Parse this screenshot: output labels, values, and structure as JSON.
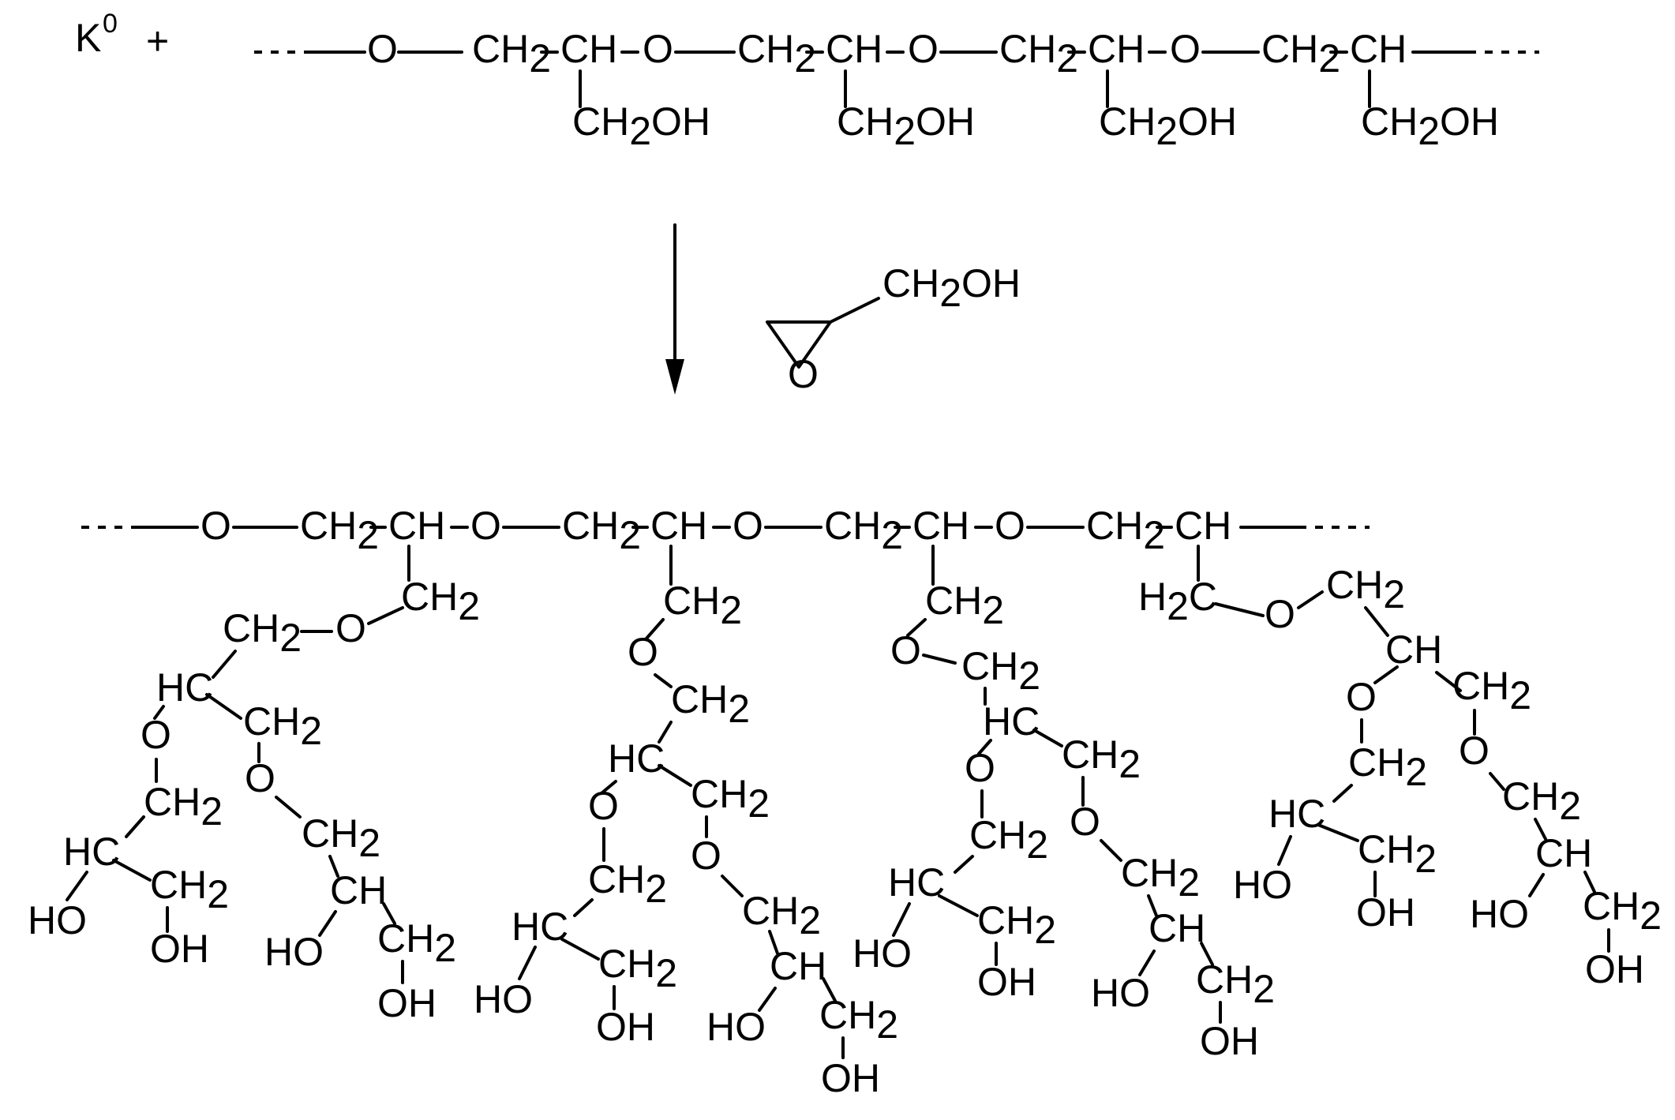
{
  "reagent": {
    "symbol": "K",
    "charge": "0",
    "plus": "+"
  },
  "polymer": {
    "backbone": [
      "O",
      "CH2",
      "CH",
      "O",
      "CH2",
      "CH",
      "O",
      "CH2",
      "CH",
      "O",
      "CH2",
      "CH"
    ],
    "side_group": "CH2OH",
    "side_group_count": 4
  },
  "monomer": {
    "substituent": "CH2OH",
    "ring_atom": "O"
  },
  "product": {
    "backbone": [
      "O",
      "CH2",
      "CH",
      "O",
      "CH2",
      "CH",
      "O",
      "CH2",
      "CH",
      "O",
      "CH2",
      "CH"
    ],
    "atoms": [
      "CH2",
      "H2C",
      "O",
      "HC",
      "CH",
      "HO",
      "OH"
    ]
  },
  "colors": {
    "ink": "#000000",
    "background": "#ffffff"
  }
}
